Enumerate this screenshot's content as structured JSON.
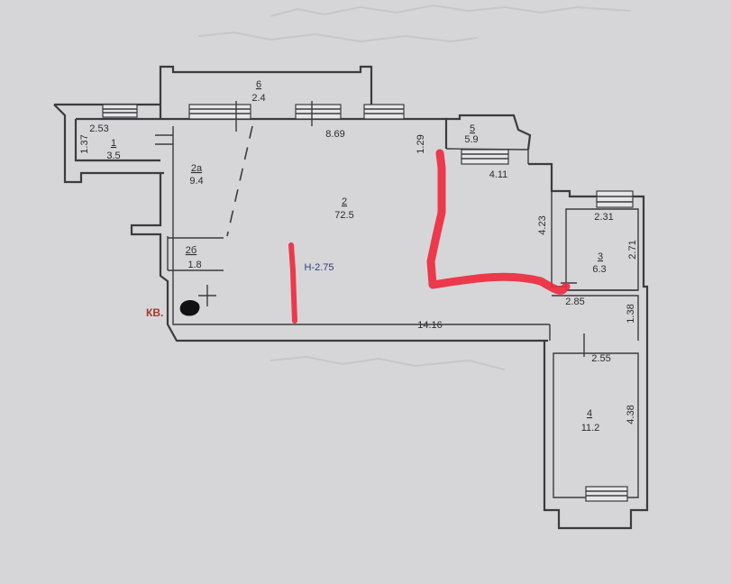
{
  "entrance_label": "КВ.",
  "ceiling_height": "Н-2.75",
  "colors": {
    "background": "#d6d6d8",
    "walls": "#3b3b40",
    "marker": "#ee2b3f",
    "entrance": "#a13a2a",
    "height_label": "#2f3f78"
  },
  "rooms": [
    {
      "id": "room-1",
      "number": "1",
      "area": "3.5"
    },
    {
      "id": "room-2a",
      "number": "2а",
      "area": "9.4"
    },
    {
      "id": "room-2b",
      "number": "2б",
      "area": "1.8"
    },
    {
      "id": "room-2",
      "number": "2",
      "area": "72.5"
    },
    {
      "id": "room-3",
      "number": "3",
      "area": "6.3"
    },
    {
      "id": "room-4",
      "number": "4",
      "area": "11.2"
    },
    {
      "id": "room-5",
      "number": "5",
      "area": "5.9"
    },
    {
      "id": "room-6",
      "number": "6",
      "area": "2.4"
    }
  ],
  "dimensions": [
    "2.53",
    "1.37",
    "8.69",
    "1.29",
    "4.11",
    "4.23",
    "2.31",
    "2.71",
    "2.85",
    "1.38",
    "14.16",
    "2.55",
    "4.38"
  ]
}
